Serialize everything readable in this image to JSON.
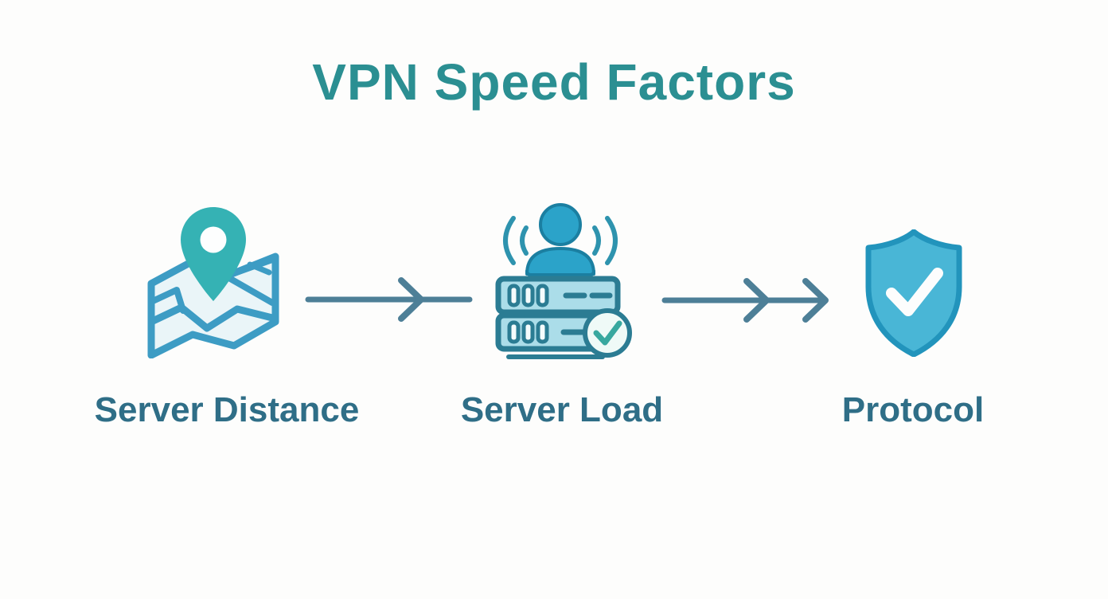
{
  "title": "VPN Speed Factors",
  "colors": {
    "background": "#fdfdfc",
    "title": "#2b8f92",
    "label": "#2f6e87",
    "arrow": "#4d7f97",
    "pin": "#35b2b4",
    "map_outline": "#3d9cc4",
    "map_fill": "#eaf5f8",
    "person": "#2ba3c9",
    "person_outline": "#1b7fa1",
    "wave": "#2e93ae",
    "rack_fill": "#abdde9",
    "rack_outline": "#2b7c93",
    "slot_fill": "#f4fbfc",
    "check_circle_fill": "#effaf7",
    "check_green": "#38a89f",
    "shield_fill": "#49b6d6",
    "shield_outline": "#2294bc",
    "check_white": "#fcfdfd"
  },
  "factors": [
    {
      "label": "Server Distance",
      "icon": "map-pin-icon"
    },
    {
      "label": "Server Load",
      "icon": "server-user-icon"
    },
    {
      "label": "Protocol",
      "icon": "shield-check-icon"
    }
  ]
}
